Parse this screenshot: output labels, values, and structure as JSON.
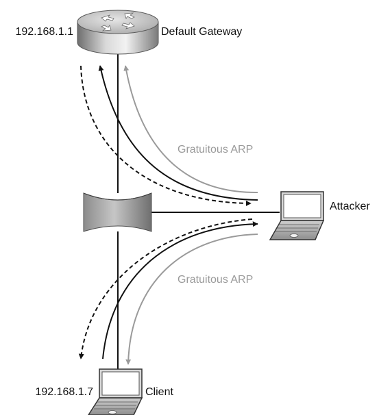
{
  "colors": {
    "accent_gray": "#9a9a9a",
    "line_black": "#111111"
  },
  "nodes": {
    "gateway": {
      "icon": "router-icon",
      "ip": "192.168.1.1",
      "label": "Default Gateway"
    },
    "switch": {
      "icon": "switch-icon"
    },
    "attacker": {
      "icon": "laptop-icon",
      "label": "Attacker"
    },
    "client": {
      "icon": "laptop-icon",
      "ip": "192.168.1.7",
      "label": "Client"
    }
  },
  "flows": {
    "upper_label": "Gratuitous ARP",
    "lower_label": "Gratuitous ARP"
  }
}
